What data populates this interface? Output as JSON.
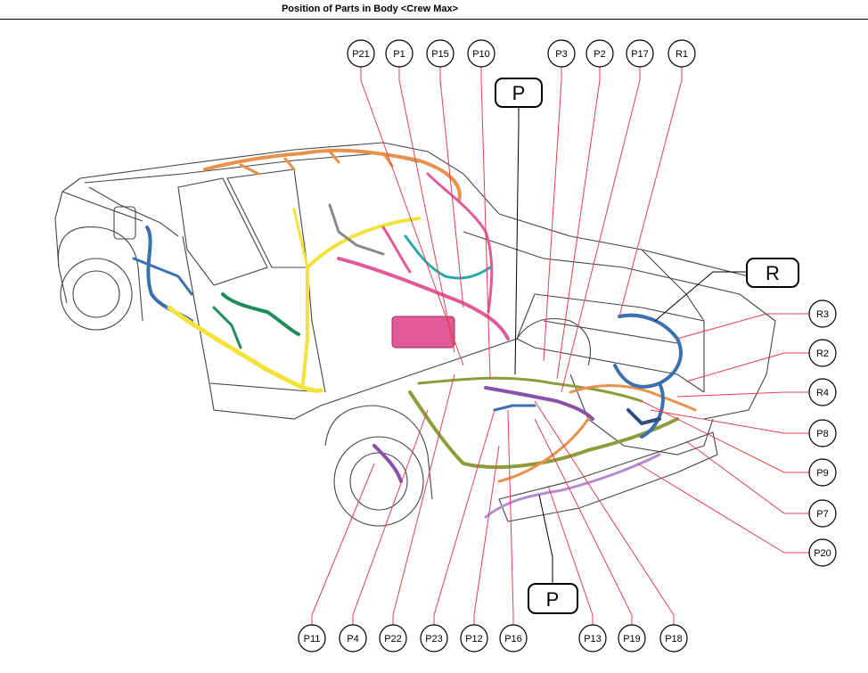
{
  "title": "Position of Parts in Body <Crew Max>",
  "colors": {
    "leader_red": "#e04050",
    "harness_yellow": "#f3e23a",
    "harness_blue": "#3a6fb0",
    "harness_green": "#1f8a5a",
    "harness_pink": "#e05a9a",
    "harness_orange": "#e8914a",
    "harness_olive": "#8f9a3a",
    "harness_purple": "#8a4fa8",
    "harness_teal": "#2aa7a7",
    "outline": "#444444"
  },
  "group_labels": {
    "p_top": "P",
    "r": "R",
    "p_bottom": "P"
  },
  "callouts": {
    "P21": "P21",
    "P1": "P1",
    "P15": "P15",
    "P10": "P10",
    "P3": "P3",
    "P2": "P2",
    "P17": "P17",
    "R1": "R1",
    "R3": "R3",
    "R2": "R2",
    "R4": "R4",
    "P8": "P8",
    "P9": "P9",
    "P7": "P7",
    "P20": "P20",
    "P11": "P11",
    "P4": "P4",
    "P22": "P22",
    "P23": "P23",
    "P12": "P12",
    "P16": "P16",
    "P13": "P13",
    "P19": "P19",
    "P18": "P18"
  }
}
